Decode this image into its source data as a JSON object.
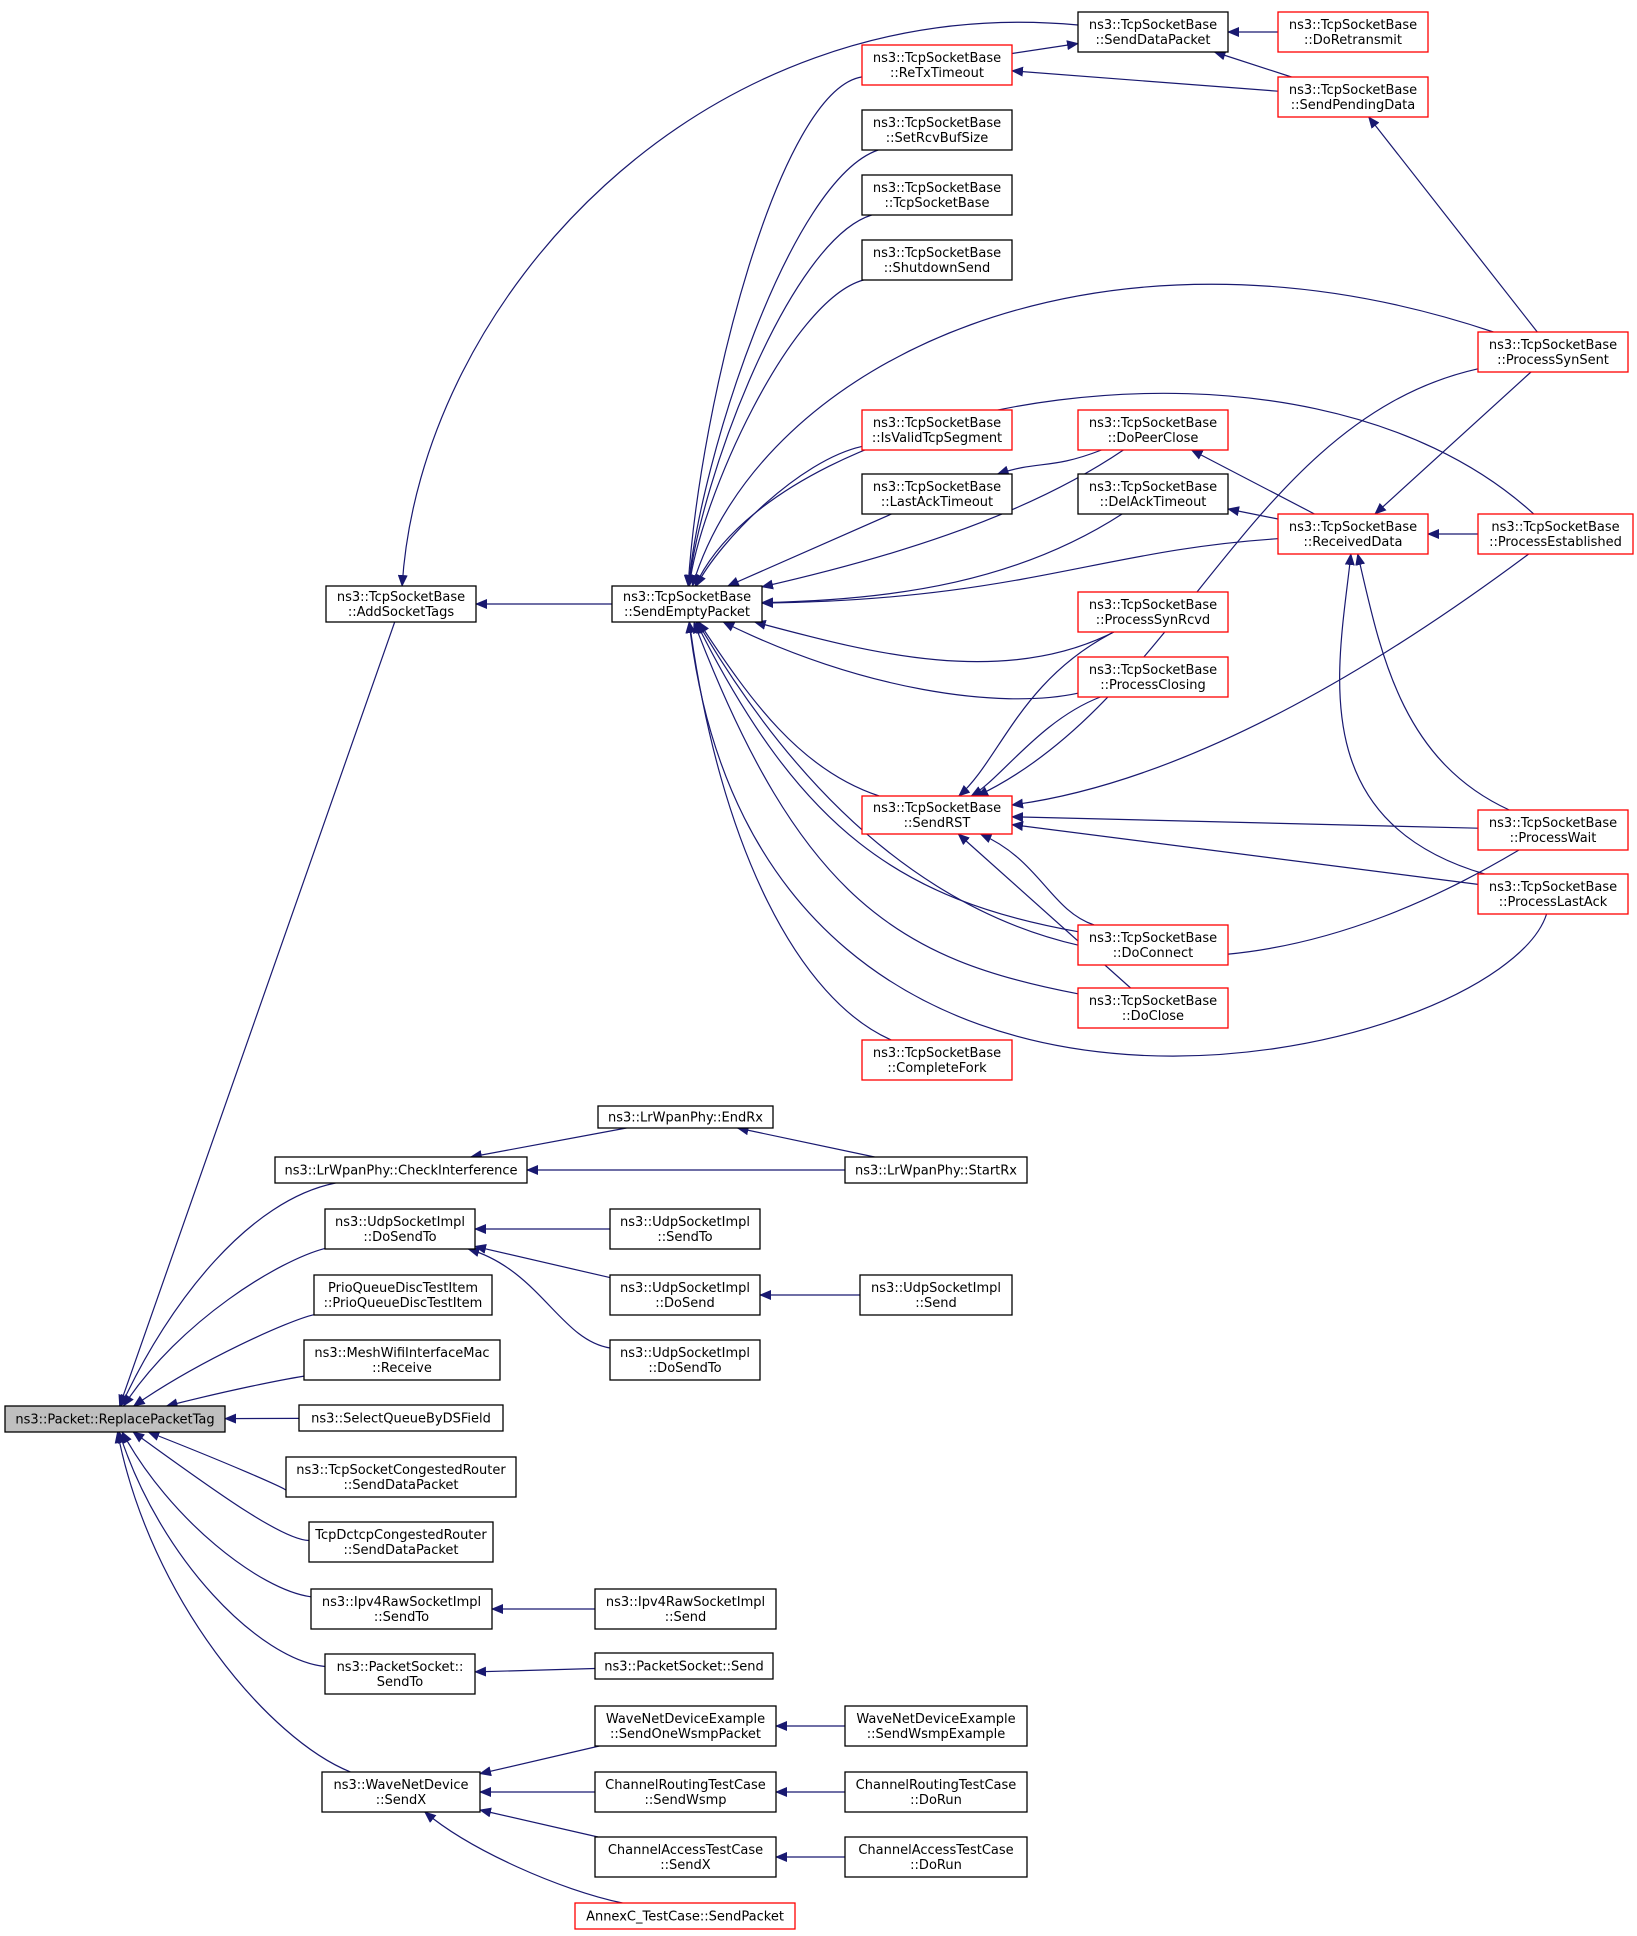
{
  "diagram": {
    "type": "call-graph",
    "colors": {
      "edge": "#191970",
      "root_fill": "#bfbfbf",
      "node_border_black": "#000000",
      "node_border_red": "#ff0000",
      "node_fill": "#ffffff"
    },
    "nodes": [
      {
        "id": "replace",
        "lines": [
          "ns3::Packet::ReplacePacketTag"
        ],
        "border": "root"
      },
      {
        "id": "addSocketTags",
        "lines": [
          "ns3::TcpSocketBase",
          "::AddSocketTags"
        ],
        "border": "black"
      },
      {
        "id": "sendEmpty",
        "lines": [
          "ns3::TcpSocketBase",
          "::SendEmptyPacket"
        ],
        "border": "black"
      },
      {
        "id": "sendData",
        "lines": [
          "ns3::TcpSocketBase",
          "::SendDataPacket"
        ],
        "border": "black"
      },
      {
        "id": "doRetransmit",
        "lines": [
          "ns3::TcpSocketBase",
          "::DoRetransmit"
        ],
        "border": "red"
      },
      {
        "id": "reTx",
        "lines": [
          "ns3::TcpSocketBase",
          "::ReTxTimeout"
        ],
        "border": "red"
      },
      {
        "id": "sendPending",
        "lines": [
          "ns3::TcpSocketBase",
          "::SendPendingData"
        ],
        "border": "red"
      },
      {
        "id": "setRcvBuf",
        "lines": [
          "ns3::TcpSocketBase",
          "::SetRcvBufSize"
        ],
        "border": "black"
      },
      {
        "id": "ctor",
        "lines": [
          "ns3::TcpSocketBase",
          "::TcpSocketBase"
        ],
        "border": "black"
      },
      {
        "id": "shutdownSend",
        "lines": [
          "ns3::TcpSocketBase",
          "::ShutdownSend"
        ],
        "border": "black"
      },
      {
        "id": "procSynSent",
        "lines": [
          "ns3::TcpSocketBase",
          "::ProcessSynSent"
        ],
        "border": "red"
      },
      {
        "id": "isValid",
        "lines": [
          "ns3::TcpSocketBase",
          "::IsValidTcpSegment"
        ],
        "border": "red"
      },
      {
        "id": "doPeerClose",
        "lines": [
          "ns3::TcpSocketBase",
          "::DoPeerClose"
        ],
        "border": "red"
      },
      {
        "id": "lastAckTimeout",
        "lines": [
          "ns3::TcpSocketBase",
          "::LastAckTimeout"
        ],
        "border": "black"
      },
      {
        "id": "delAck",
        "lines": [
          "ns3::TcpSocketBase",
          "::DelAckTimeout"
        ],
        "border": "black"
      },
      {
        "id": "receivedData",
        "lines": [
          "ns3::TcpSocketBase",
          "::ReceivedData"
        ],
        "border": "red"
      },
      {
        "id": "procEstablished",
        "lines": [
          "ns3::TcpSocketBase",
          "::ProcessEstablished"
        ],
        "border": "red"
      },
      {
        "id": "procSynRcvd",
        "lines": [
          "ns3::TcpSocketBase",
          "::ProcessSynRcvd"
        ],
        "border": "red"
      },
      {
        "id": "procClosing",
        "lines": [
          "ns3::TcpSocketBase",
          "::ProcessClosing"
        ],
        "border": "red"
      },
      {
        "id": "sendRst",
        "lines": [
          "ns3::TcpSocketBase",
          "::SendRST"
        ],
        "border": "red"
      },
      {
        "id": "procWait",
        "lines": [
          "ns3::TcpSocketBase",
          "::ProcessWait"
        ],
        "border": "red"
      },
      {
        "id": "procLastAck",
        "lines": [
          "ns3::TcpSocketBase",
          "::ProcessLastAck"
        ],
        "border": "red"
      },
      {
        "id": "doConnect",
        "lines": [
          "ns3::TcpSocketBase",
          "::DoConnect"
        ],
        "border": "red"
      },
      {
        "id": "doClose",
        "lines": [
          "ns3::TcpSocketBase",
          "::DoClose"
        ],
        "border": "red"
      },
      {
        "id": "completeFork",
        "lines": [
          "ns3::TcpSocketBase",
          "::CompleteFork"
        ],
        "border": "red"
      },
      {
        "id": "endRx",
        "lines": [
          "ns3::LrWpanPhy::EndRx"
        ],
        "border": "black"
      },
      {
        "id": "checkInterf",
        "lines": [
          "ns3::LrWpanPhy::CheckInterference"
        ],
        "border": "black"
      },
      {
        "id": "startRx",
        "lines": [
          "ns3::LrWpanPhy::StartRx"
        ],
        "border": "black"
      },
      {
        "id": "udpDoSendTo",
        "lines": [
          "ns3::UdpSocketImpl",
          "::DoSendTo"
        ],
        "border": "black"
      },
      {
        "id": "udpSendTo",
        "lines": [
          "ns3::UdpSocketImpl",
          "::SendTo"
        ],
        "border": "black"
      },
      {
        "id": "udpDoSend",
        "lines": [
          "ns3::UdpSocketImpl",
          "::DoSend"
        ],
        "border": "black"
      },
      {
        "id": "udpSend",
        "lines": [
          "ns3::UdpSocketImpl",
          "::Send"
        ],
        "border": "black"
      },
      {
        "id": "udpDoSendTo2",
        "lines": [
          "ns3::UdpSocketImpl",
          "::DoSendTo"
        ],
        "border": "black"
      },
      {
        "id": "prio",
        "lines": [
          "PrioQueueDiscTestItem",
          "::PrioQueueDiscTestItem"
        ],
        "border": "black"
      },
      {
        "id": "mesh",
        "lines": [
          "ns3::MeshWifiInterfaceMac",
          "::Receive"
        ],
        "border": "black"
      },
      {
        "id": "selectQueue",
        "lines": [
          "ns3::SelectQueueByDSField"
        ],
        "border": "black"
      },
      {
        "id": "tcpCongested",
        "lines": [
          "ns3::TcpSocketCongestedRouter",
          "::SendDataPacket"
        ],
        "border": "black"
      },
      {
        "id": "dctcp",
        "lines": [
          "TcpDctcpCongestedRouter",
          "::SendDataPacket"
        ],
        "border": "black"
      },
      {
        "id": "ipv4SendTo",
        "lines": [
          "ns3::Ipv4RawSocketImpl",
          "::SendTo"
        ],
        "border": "black"
      },
      {
        "id": "ipv4Send",
        "lines": [
          "ns3::Ipv4RawSocketImpl",
          "::Send"
        ],
        "border": "black"
      },
      {
        "id": "pktSendTo",
        "lines": [
          "ns3::PacketSocket::",
          "SendTo"
        ],
        "border": "black"
      },
      {
        "id": "pktSend",
        "lines": [
          "ns3::PacketSocket::Send"
        ],
        "border": "black"
      },
      {
        "id": "waveSendX",
        "lines": [
          "ns3::WaveNetDevice",
          "::SendX"
        ],
        "border": "black"
      },
      {
        "id": "waveOne",
        "lines": [
          "WaveNetDeviceExample",
          "::SendOneWsmpPacket"
        ],
        "border": "black"
      },
      {
        "id": "waveEx",
        "lines": [
          "WaveNetDeviceExample",
          "::SendWsmpExample"
        ],
        "border": "black"
      },
      {
        "id": "chRoutWsmp",
        "lines": [
          "ChannelRoutingTestCase",
          "::SendWsmp"
        ],
        "border": "black"
      },
      {
        "id": "chRoutRun",
        "lines": [
          "ChannelRoutingTestCase",
          "::DoRun"
        ],
        "border": "black"
      },
      {
        "id": "chAccSendX",
        "lines": [
          "ChannelAccessTestCase",
          "::SendX"
        ],
        "border": "black"
      },
      {
        "id": "chAccRun",
        "lines": [
          "ChannelAccessTestCase",
          "::DoRun"
        ],
        "border": "black"
      },
      {
        "id": "annexC",
        "lines": [
          "AnnexC_TestCase::SendPacket"
        ],
        "border": "red"
      }
    ],
    "edges": [
      [
        "addSocketTags",
        "replace"
      ],
      [
        "checkInterf",
        "replace"
      ],
      [
        "udpDoSendTo",
        "replace"
      ],
      [
        "prio",
        "replace"
      ],
      [
        "mesh",
        "replace"
      ],
      [
        "selectQueue",
        "replace"
      ],
      [
        "tcpCongested",
        "replace"
      ],
      [
        "dctcp",
        "replace"
      ],
      [
        "ipv4SendTo",
        "replace"
      ],
      [
        "pktSendTo",
        "replace"
      ],
      [
        "waveSendX",
        "replace"
      ],
      [
        "sendData",
        "addSocketTags"
      ],
      [
        "sendEmpty",
        "addSocketTags"
      ],
      [
        "reTx",
        "sendData"
      ],
      [
        "sendPending",
        "sendData"
      ],
      [
        "doRetransmit",
        "sendData"
      ],
      [
        "sendPending",
        "reTx"
      ],
      [
        "procSynSent",
        "sendPending"
      ],
      [
        "reTx",
        "sendEmpty"
      ],
      [
        "setRcvBuf",
        "sendEmpty"
      ],
      [
        "ctor",
        "sendEmpty"
      ],
      [
        "shutdownSend",
        "sendEmpty"
      ],
      [
        "procSynSent",
        "sendEmpty"
      ],
      [
        "procEstablished",
        "sendEmpty"
      ],
      [
        "isValid",
        "sendEmpty"
      ],
      [
        "lastAckTimeout",
        "sendEmpty"
      ],
      [
        "doPeerClose",
        "sendEmpty"
      ],
      [
        "delAck",
        "sendEmpty"
      ],
      [
        "receivedData",
        "sendEmpty"
      ],
      [
        "procSynRcvd",
        "sendEmpty"
      ],
      [
        "procClosing",
        "sendEmpty"
      ],
      [
        "sendRst",
        "sendEmpty"
      ],
      [
        "doConnect",
        "sendEmpty"
      ],
      [
        "doClose",
        "sendEmpty"
      ],
      [
        "completeFork",
        "sendEmpty"
      ],
      [
        "procWait",
        "sendEmpty"
      ],
      [
        "procLastAck",
        "sendEmpty"
      ],
      [
        "doPeerClose",
        "lastAckTimeout"
      ],
      [
        "receivedData",
        "doPeerClose"
      ],
      [
        "receivedData",
        "delAck"
      ],
      [
        "procSynSent",
        "receivedData"
      ],
      [
        "procEstablished",
        "receivedData"
      ],
      [
        "procWait",
        "receivedData"
      ],
      [
        "procLastAck",
        "receivedData"
      ],
      [
        "procSynRcvd",
        "sendRst"
      ],
      [
        "procClosing",
        "sendRst"
      ],
      [
        "procSynSent",
        "sendRst"
      ],
      [
        "procEstablished",
        "sendRst"
      ],
      [
        "procWait",
        "sendRst"
      ],
      [
        "procLastAck",
        "sendRst"
      ],
      [
        "doConnect",
        "sendRst"
      ],
      [
        "doClose",
        "sendRst"
      ],
      [
        "endRx",
        "checkInterf"
      ],
      [
        "startRx",
        "checkInterf"
      ],
      [
        "startRx",
        "endRx"
      ],
      [
        "udpSendTo",
        "udpDoSendTo"
      ],
      [
        "udpDoSend",
        "udpDoSendTo"
      ],
      [
        "udpDoSendTo2",
        "udpDoSendTo"
      ],
      [
        "udpSend",
        "udpDoSend"
      ],
      [
        "ipv4Send",
        "ipv4SendTo"
      ],
      [
        "pktSend",
        "pktSendTo"
      ],
      [
        "waveOne",
        "waveSendX"
      ],
      [
        "chRoutWsmp",
        "waveSendX"
      ],
      [
        "chAccSendX",
        "waveSendX"
      ],
      [
        "annexC",
        "waveSendX"
      ],
      [
        "waveEx",
        "waveOne"
      ],
      [
        "chRoutRun",
        "chRoutWsmp"
      ],
      [
        "chAccRun",
        "chAccSendX"
      ]
    ]
  }
}
